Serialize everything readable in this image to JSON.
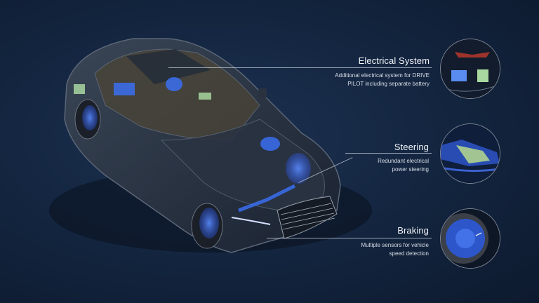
{
  "callouts": [
    {
      "title": "Electrical System",
      "description_line1": "Additional electrical system for DRIVE",
      "description_line2": "PILOT including separate battery"
    },
    {
      "title": "Steering",
      "description_line1": "Redundant electrical",
      "description_line2": "power steering"
    },
    {
      "title": "Braking",
      "description_line1": "Multiple sensors for vehicle",
      "description_line2": "speed detection"
    }
  ],
  "colors": {
    "background": "#142641",
    "highlight_blue": "#3a6ff0",
    "highlight_green": "#a8d8a0",
    "line": "#c8d2e1"
  }
}
